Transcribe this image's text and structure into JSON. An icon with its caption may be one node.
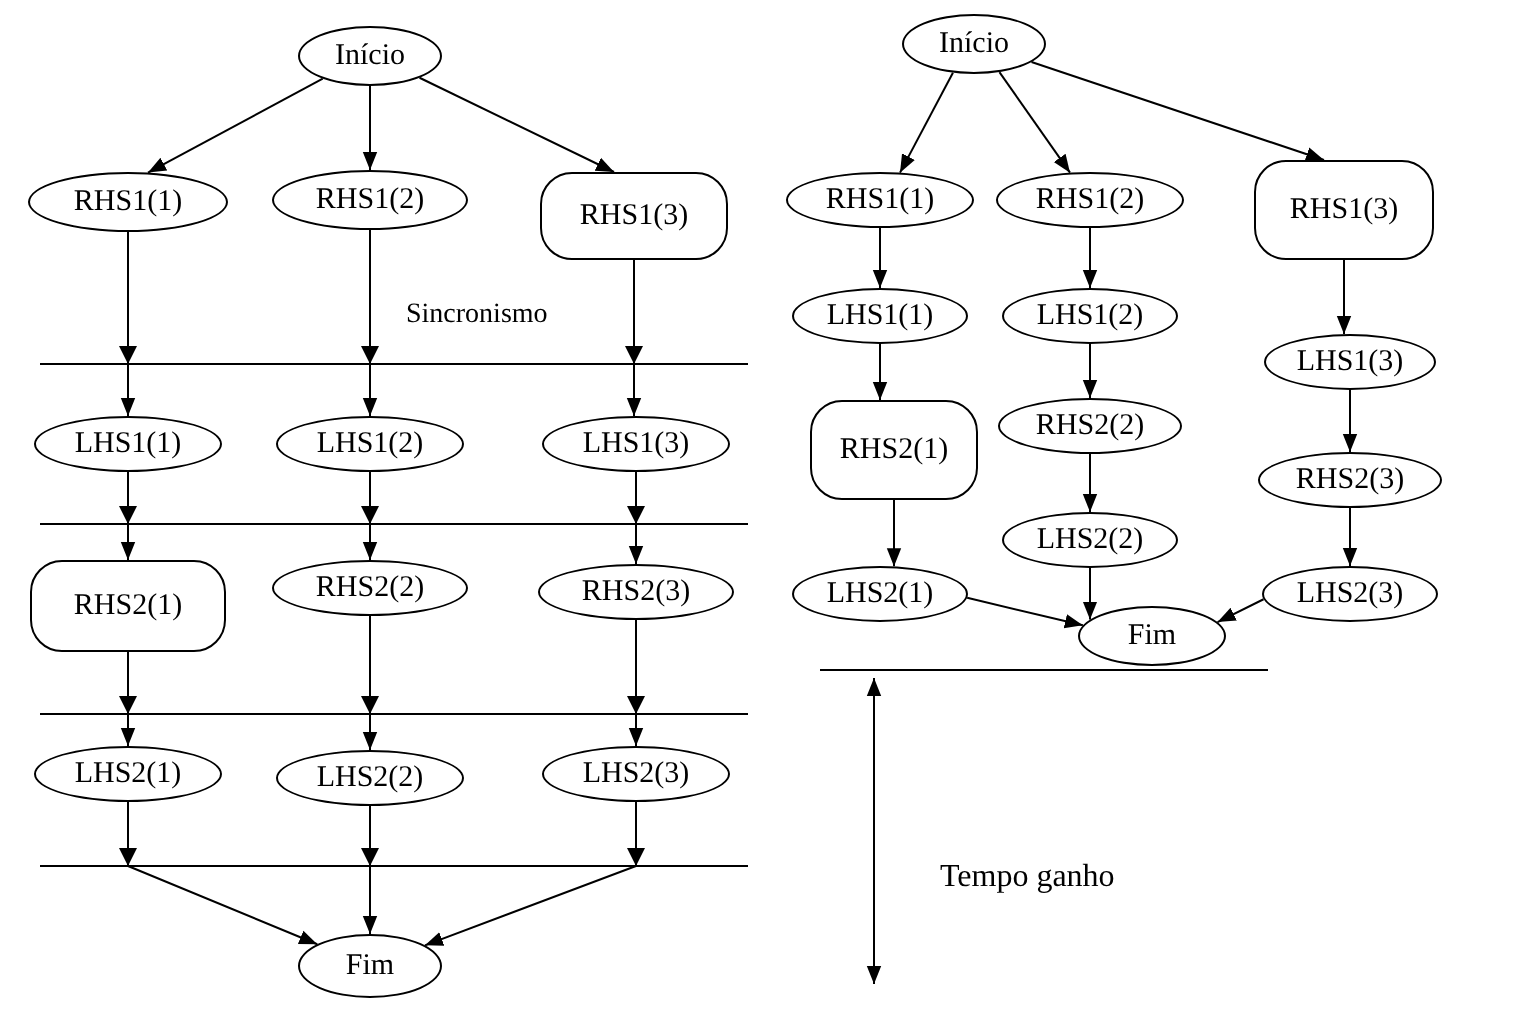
{
  "diagram": {
    "nodes": [
      {
        "text": [
          "Início"
        ]
      },
      {
        "text": [
          "RHS1(1)"
        ]
      },
      {
        "text": [
          "RHS1(2)"
        ]
      },
      {
        "text": [
          "RHS1(3)"
        ]
      },
      {
        "text": [
          "LHS1(1)"
        ]
      },
      {
        "text": [
          "LHS1(2)"
        ]
      },
      {
        "text": [
          "LHS1(3)"
        ]
      },
      {
        "text": [
          "RHS2(1)"
        ]
      },
      {
        "text": [
          "RHS2(2)"
        ]
      },
      {
        "text": [
          "RHS2(3)"
        ]
      },
      {
        "text": [
          "LHS2(1)"
        ]
      },
      {
        "text": [
          "LHS2(2)"
        ]
      },
      {
        "text": [
          "LHS2(3)"
        ]
      },
      {
        "text": [
          "Fim"
        ]
      },
      {
        "text": [
          "Início"
        ]
      },
      {
        "text": [
          "RHS1(1)"
        ]
      },
      {
        "text": [
          "RHS1(2)"
        ]
      },
      {
        "text": [
          "RHS1(3)"
        ]
      },
      {
        "text": [
          "LHS1(1)"
        ]
      },
      {
        "text": [
          "LHS1(2)"
        ]
      },
      {
        "text": [
          "LHS1(3)"
        ]
      },
      {
        "text": [
          "RHS2(1)"
        ]
      },
      {
        "text": [
          "RHS2(2)"
        ]
      },
      {
        "text": [
          "RHS2(3)"
        ]
      },
      {
        "text": [
          "LHS2(1)"
        ]
      },
      {
        "text": [
          "LHS2(2)"
        ]
      },
      {
        "text": [
          "LHS2(3)"
        ]
      },
      {
        "text": [
          "Fim"
        ]
      }
    ],
    "edges": [
      {
        "from": 0,
        "to": 1,
        "arrow": "to"
      },
      {
        "from": 0,
        "to": 2,
        "arrow": "to"
      },
      {
        "from": 0,
        "to": 3,
        "arrow": "to"
      },
      {
        "from": 1,
        "to": 4,
        "arrow": "to"
      },
      {
        "from": 2,
        "to": 5,
        "arrow": "to"
      },
      {
        "from": 3,
        "to": 6,
        "arrow": "to"
      },
      {
        "from": 4,
        "to": 7,
        "arrow": "to"
      },
      {
        "from": 5,
        "to": 8,
        "arrow": "to"
      },
      {
        "from": 6,
        "to": 9,
        "arrow": "to"
      },
      {
        "from": 7,
        "to": 10,
        "arrow": "to"
      },
      {
        "from": 8,
        "to": 11,
        "arrow": "to"
      },
      {
        "from": 9,
        "to": 12,
        "arrow": "to"
      },
      {
        "from": 10,
        "to": 13,
        "arrow": "to"
      },
      {
        "from": 11,
        "to": 13,
        "arrow": "to"
      },
      {
        "from": 12,
        "to": 13,
        "arrow": "to"
      },
      {
        "from": 14,
        "to": 15,
        "arrow": "to"
      },
      {
        "from": 14,
        "to": 16,
        "arrow": "to"
      },
      {
        "from": 14,
        "to": 17,
        "arrow": "to"
      },
      {
        "from": 15,
        "to": 18,
        "arrow": "to"
      },
      {
        "from": 16,
        "to": 19,
        "arrow": "to"
      },
      {
        "from": 17,
        "to": 20,
        "arrow": "to"
      },
      {
        "from": 18,
        "to": 21,
        "arrow": "to"
      },
      {
        "from": 19,
        "to": 22,
        "arrow": "to"
      },
      {
        "from": 20,
        "to": 23,
        "arrow": "to"
      },
      {
        "from": 21,
        "to": 24,
        "arrow": "to"
      },
      {
        "from": 22,
        "to": 25,
        "arrow": "to"
      },
      {
        "from": 23,
        "to": 26,
        "arrow": "to"
      },
      {
        "from": 24,
        "to": 27,
        "arrow": "to"
      },
      {
        "from": 25,
        "to": 27,
        "arrow": "to"
      },
      {
        "from": 26,
        "to": 27,
        "arrow": "to"
      }
    ],
    "labels": [
      "Sincronismo",
      "Tempo ganho"
    ]
  }
}
